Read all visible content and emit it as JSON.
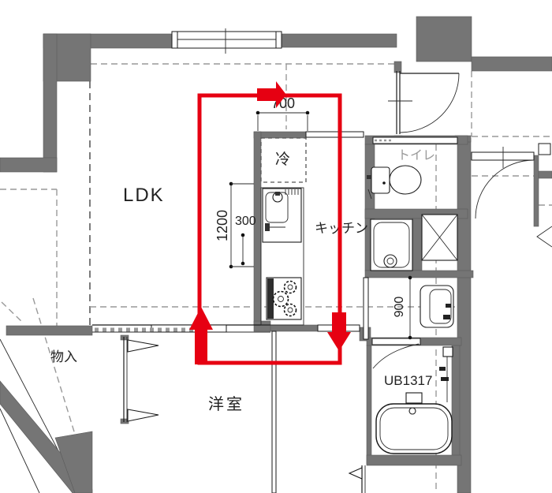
{
  "rooms": {
    "ldk": "LDK",
    "kitchen": "キッチン",
    "toilet": "トイレ",
    "storage": "物入",
    "western_room": "洋室",
    "unit_bath": "UB1317",
    "refrigerator": "冷"
  },
  "dimensions": {
    "fridge_niche_width": "700",
    "counter_length": "1200",
    "counter_depth": "300",
    "washroom_width": "900"
  },
  "route_arrows": [
    "arrow-right-top",
    "arrow-up-bottom-left",
    "arrow-down-bottom-right"
  ],
  "colors": {
    "route_red": "#e60012",
    "wall_gray": "#757575",
    "dash_gray": "#999999",
    "line_black": "#1a1a1a",
    "label_gray": "#9a9a9a"
  }
}
